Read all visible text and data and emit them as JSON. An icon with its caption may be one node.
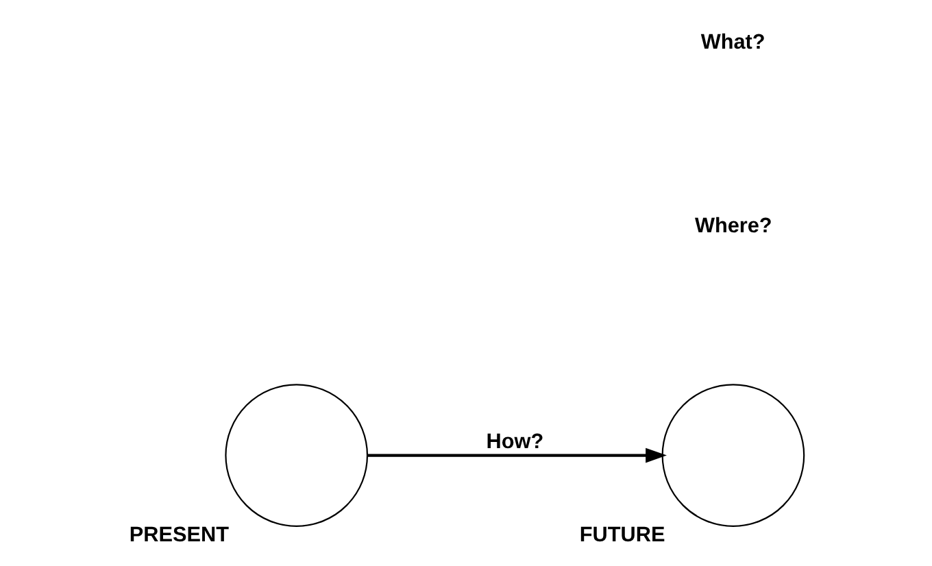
{
  "diagram": {
    "nodes": [
      {
        "text": [
          "PRESENT"
        ]
      },
      {
        "text": [
          "FUTURE"
        ]
      }
    ],
    "edges": [
      {
        "from": 0,
        "to": 1,
        "arrow": "to",
        "label": "How?"
      }
    ],
    "labels": [
      "What?",
      "Where?"
    ]
  }
}
